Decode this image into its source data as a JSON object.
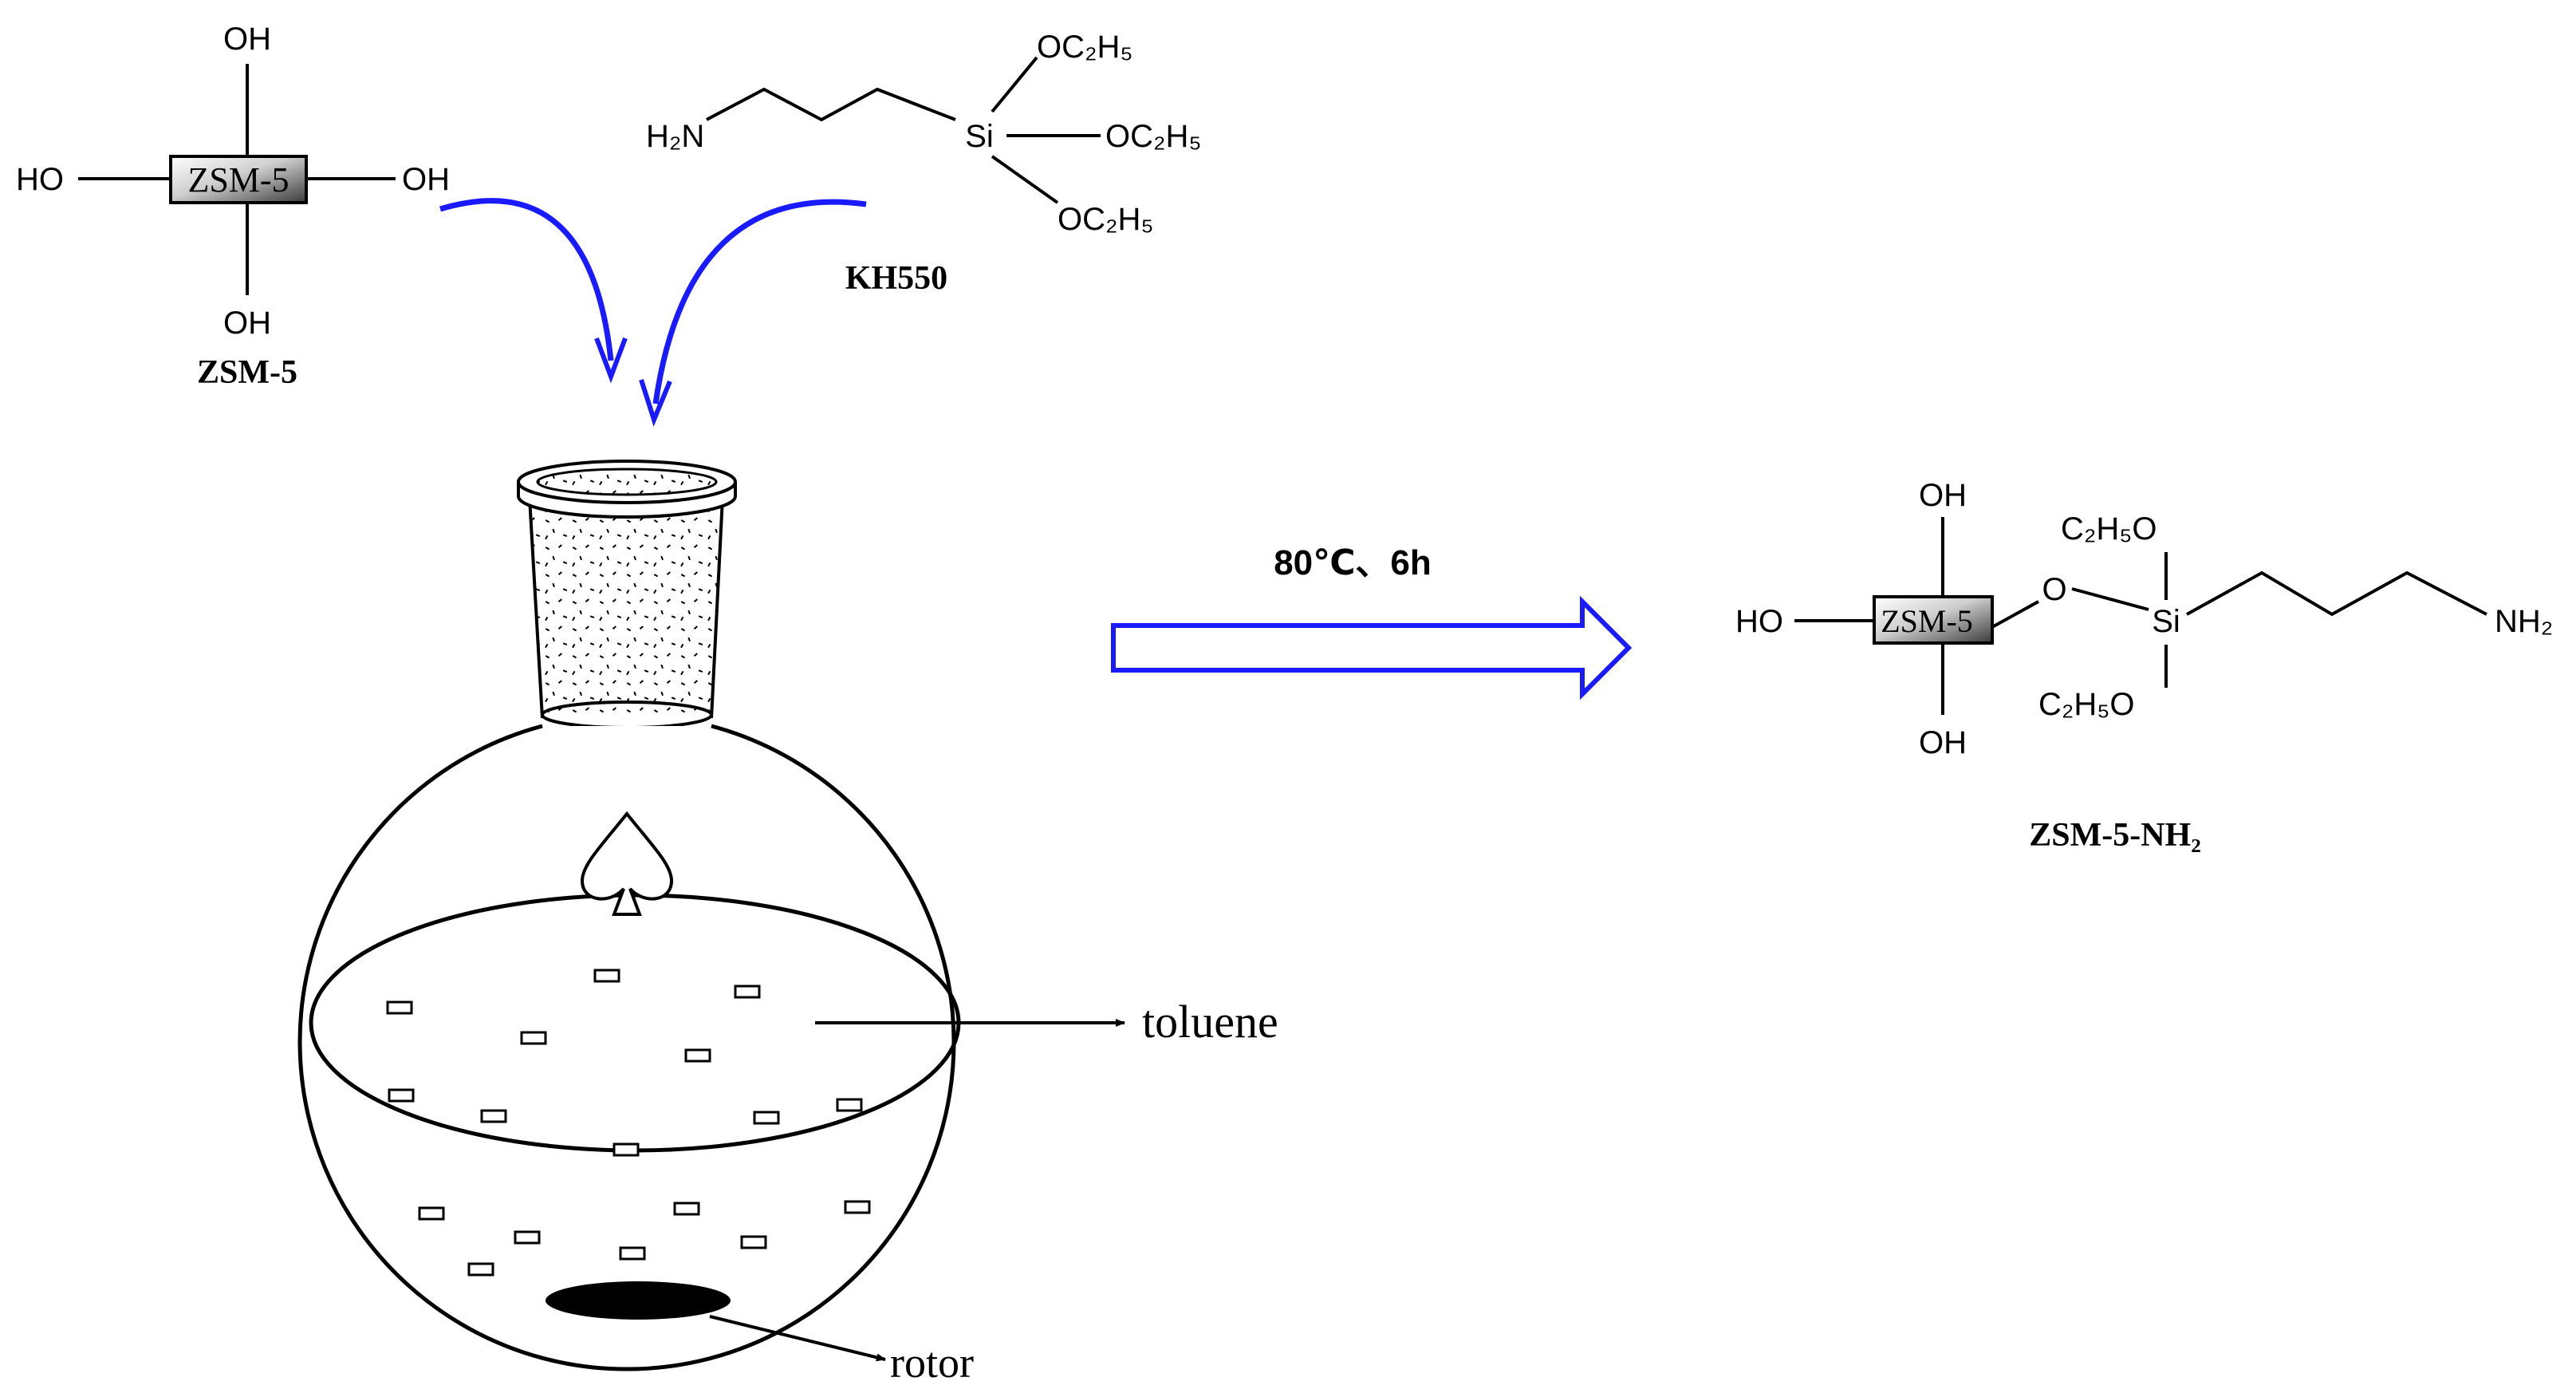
{
  "zsm5": {
    "box_label": "ZSM-5",
    "oh_top": "OH",
    "oh_left": "HO",
    "oh_right": "OH",
    "oh_bottom": "OH",
    "name": "ZSM-5"
  },
  "kh550": {
    "h2n": "H₂N",
    "si": "Si",
    "oet1": "OC₂H₅",
    "oet2": "OC₂H₅",
    "oet3": "OC₂H₅",
    "name": "KH550"
  },
  "reaction": {
    "condition": "80℃、6h"
  },
  "product": {
    "box_label": "ZSM-5",
    "oh_top": "OH",
    "oh_left": "HO",
    "oh_bottom": "OH",
    "o_link": "O",
    "si": "Si",
    "et_top": "C₂H₅O",
    "et_bottom": "C₂H₅O",
    "nh2": "NH₂",
    "name": "ZSM-5-NH₂"
  },
  "apparatus": {
    "toluene_label": "toluene",
    "rotor_label": "rotor"
  },
  "colors": {
    "arrow_blue": "#1a1aff",
    "outline": "#000000"
  }
}
